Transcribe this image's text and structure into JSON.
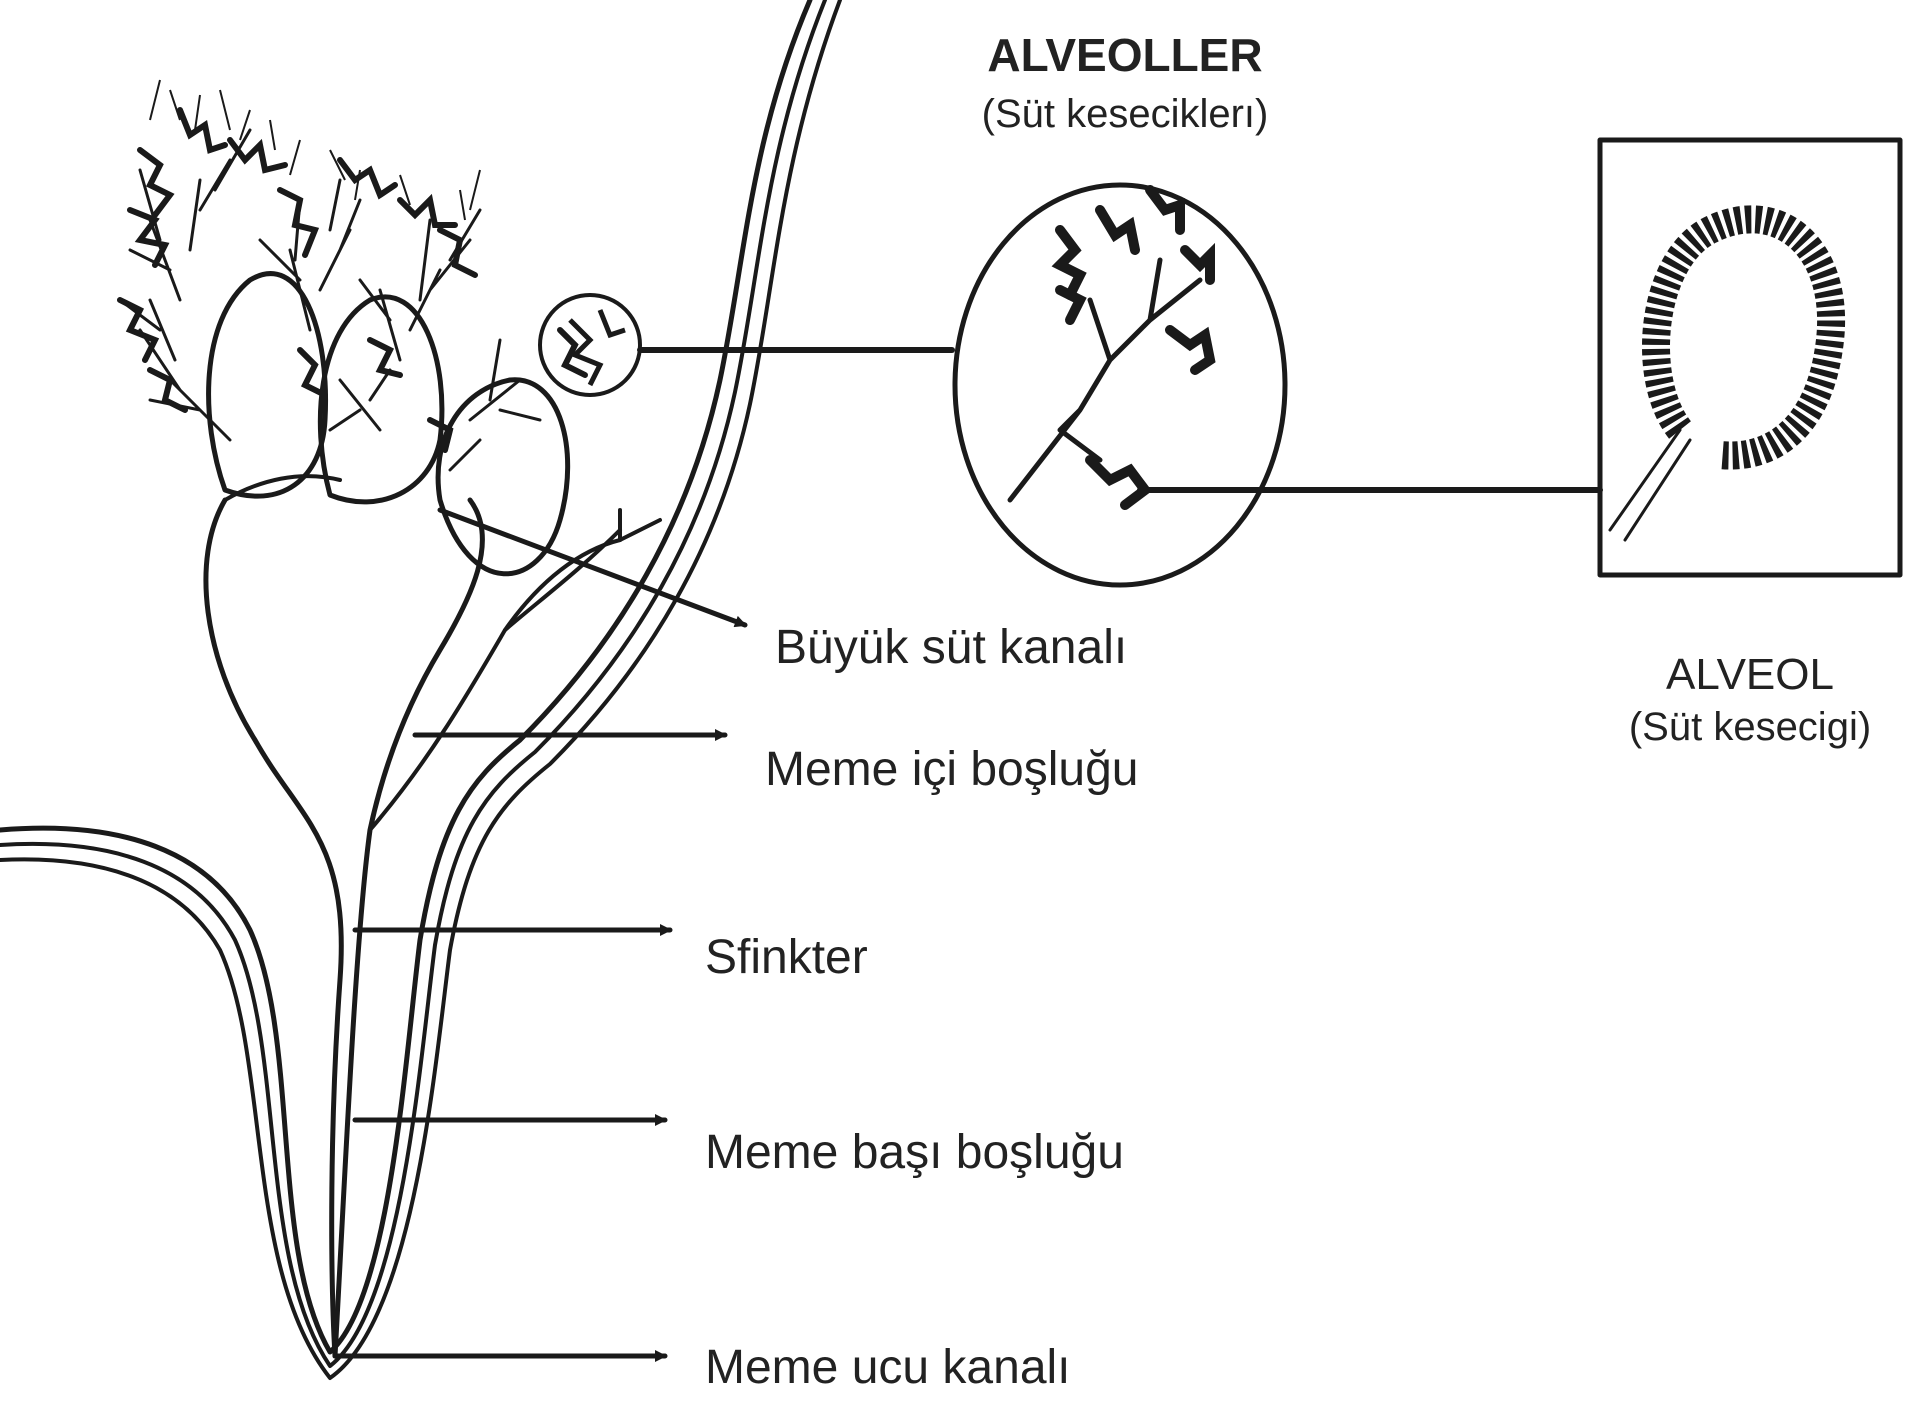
{
  "labels": {
    "alveoller_title": "ALVEOLLER",
    "alveoller_subtitle": "(Süt keseciklerı)",
    "alveol_title": "ALVEOL",
    "alveol_subtitle": "(Süt kesecigi)",
    "buyuk_sut_kanali": "Büyük süt kanalı",
    "meme_ici_boslugu": "Meme içi boşluğu",
    "sfinkter": "Sfinkter",
    "meme_basi_boslugu": "Meme başı boşluğu",
    "meme_ucu_kanali": "Meme ucu kanalı"
  },
  "colors": {
    "ink": "#1a1a1a",
    "background": "#ffffff"
  }
}
